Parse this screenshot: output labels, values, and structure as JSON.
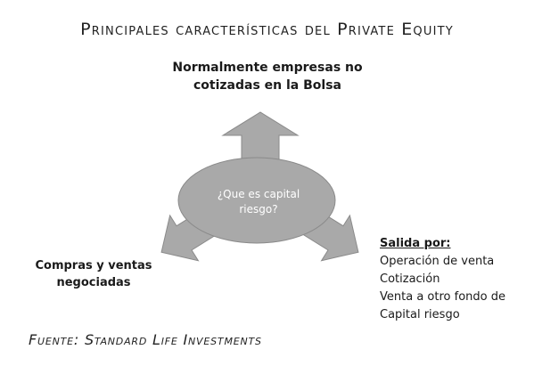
{
  "title": "Principales características del Private Equity",
  "top_label": {
    "line1": "Normalmente empresas no",
    "line2": "cotizadas en la Bolsa"
  },
  "center_label": {
    "line1": "¿Que es capital",
    "line2": "riesgo?"
  },
  "left_label": {
    "line1": "Compras y ventas",
    "line2": "negociadas"
  },
  "right_block": {
    "heading": "Salida por:",
    "items": [
      "Operación de venta",
      "Cotización",
      "Venta a otro fondo de",
      "Capital riesgo"
    ]
  },
  "source": "Fuente: Standard Life Investments",
  "colors": {
    "shape_fill": "#a9a9a9",
    "shape_stroke": "#7a7a7a",
    "text": "#1a1a1a"
  }
}
